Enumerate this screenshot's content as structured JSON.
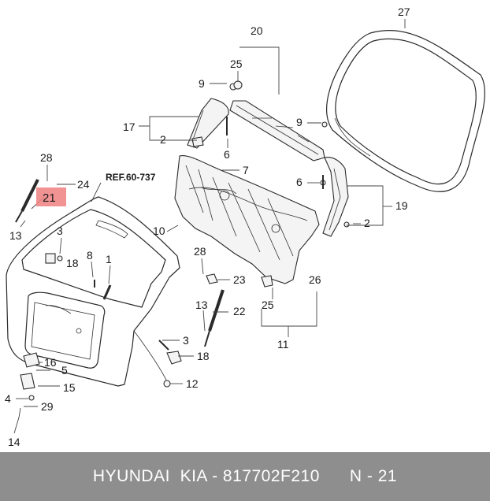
{
  "diagram": {
    "reference": "REF.60-737",
    "highlight_label": "21",
    "highlight_color": "#f08080",
    "callouts": [
      "27",
      "20",
      "25",
      "9",
      "17",
      "2",
      "6",
      "9",
      "28",
      "24",
      "7",
      "6",
      "19",
      "2",
      "13",
      "3",
      "10",
      "18",
      "8",
      "1",
      "28",
      "23",
      "26",
      "13",
      "22",
      "25",
      "3",
      "18",
      "16",
      "5",
      "15",
      "12",
      "4",
      "29",
      "11",
      "14"
    ]
  },
  "footer": {
    "text": "HYUNDAI  KIA - 817702F210      N - 21"
  }
}
